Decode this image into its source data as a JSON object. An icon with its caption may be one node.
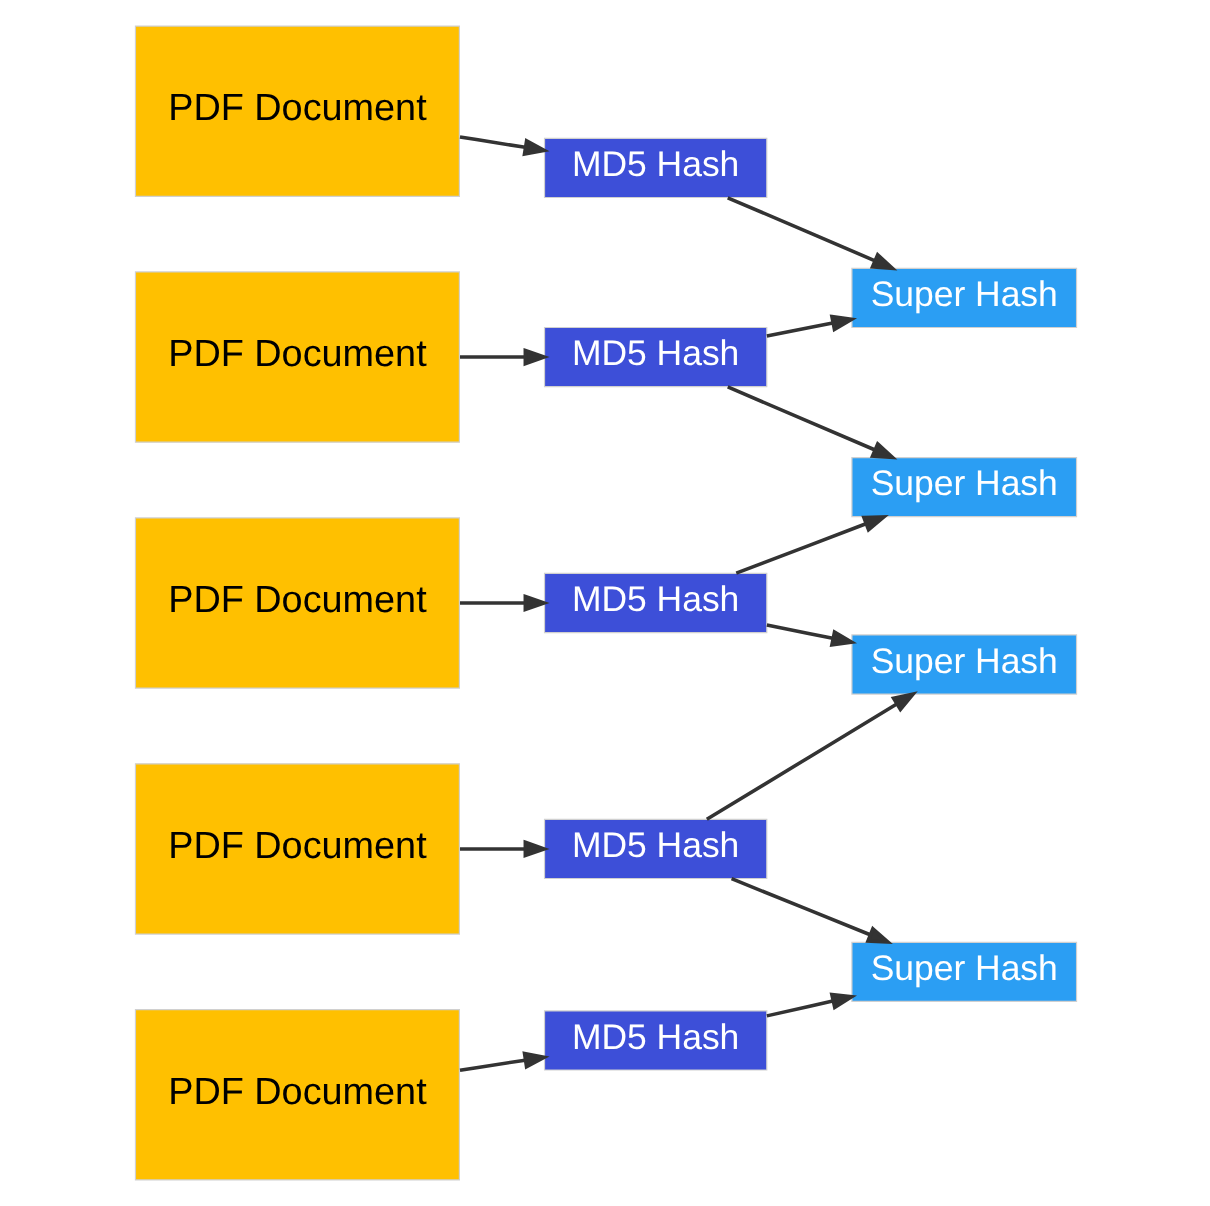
{
  "diagram": {
    "nodes": [
      {
        "text": [
          "PDF Document"
        ]
      },
      {
        "text": [
          "MD5 Hash"
        ]
      },
      {
        "text": [
          "PDF Document"
        ]
      },
      {
        "text": [
          "MD5 Hash"
        ]
      },
      {
        "text": [
          "Super Hash"
        ]
      },
      {
        "text": [
          "PDF Document"
        ]
      },
      {
        "text": [
          "MD5 Hash"
        ]
      },
      {
        "text": [
          "Super Hash"
        ]
      },
      {
        "text": [
          "PDF Document"
        ]
      },
      {
        "text": [
          "MD5 Hash"
        ]
      },
      {
        "text": [
          "Super Hash"
        ]
      },
      {
        "text": [
          "PDF Document"
        ]
      },
      {
        "text": [
          "MD5 Hash"
        ]
      },
      {
        "text": [
          "Super Hash"
        ]
      }
    ],
    "edges": [
      {
        "from": 0,
        "to": 1,
        "arrow": "to"
      },
      {
        "from": 1,
        "to": 4,
        "arrow": "to"
      },
      {
        "from": 2,
        "to": 3,
        "arrow": "to"
      },
      {
        "from": 3,
        "to": 4,
        "arrow": "to"
      },
      {
        "from": 3,
        "to": 7,
        "arrow": "to"
      },
      {
        "from": 5,
        "to": 6,
        "arrow": "to"
      },
      {
        "from": 6,
        "to": 7,
        "arrow": "to"
      },
      {
        "from": 6,
        "to": 10,
        "arrow": "to"
      },
      {
        "from": 8,
        "to": 9,
        "arrow": "to"
      },
      {
        "from": 9,
        "to": 10,
        "arrow": "to"
      },
      {
        "from": 9,
        "to": 13,
        "arrow": "to"
      },
      {
        "from": 11,
        "to": 12,
        "arrow": "to"
      },
      {
        "from": 12,
        "to": 13,
        "arrow": "to"
      }
    ]
  }
}
